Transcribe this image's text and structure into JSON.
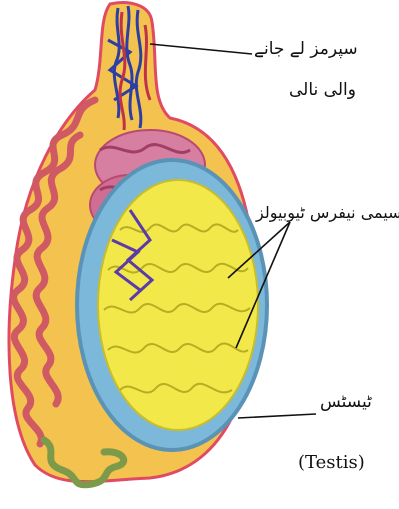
{
  "labels": {
    "vas_deferens_line1": "سپرمز لے جانے",
    "vas_deferens_line2": "والی نالی",
    "seminiferous_tubules": "سیمی نیفرس ٹیوبیولز",
    "testis_urdu": "ٹیسٹس",
    "testis_english": "(Testis)"
  },
  "colors": {
    "outer_sheath": "#e14a63",
    "sheath_fill": "#f3c24f",
    "epididymis": "#cf5a63",
    "epididymis_tail": "#7d9a4a",
    "testis_capsule": "#7bb8d9",
    "tubules": "#f2e84a",
    "vessels_blue": "#2d3fa3",
    "vessels_red": "#c0324a",
    "head_lobules": "#d77fa0"
  }
}
